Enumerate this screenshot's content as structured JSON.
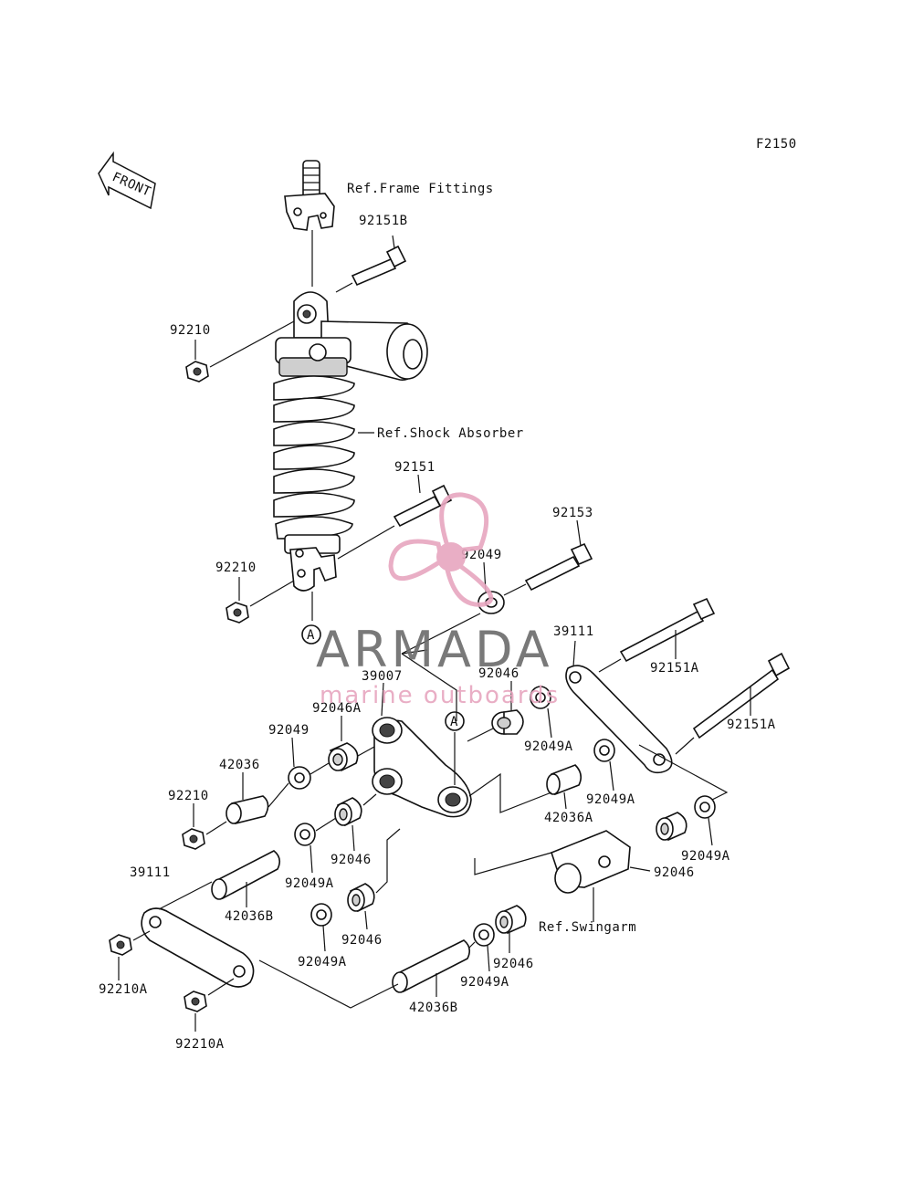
{
  "diagram": {
    "code": "F2150",
    "front_label": "FRONT",
    "callout_A": "A",
    "refs": {
      "frame_fittings": "Ref.Frame Fittings",
      "shock_absorber": "Ref.Shock Absorber",
      "swingarm": "Ref.Swingarm"
    },
    "labels": {
      "p92151B": "92151B",
      "p92210_top": "92210",
      "p92151": "92151",
      "p92153": "92153",
      "p92049_top": "92049",
      "p92210_mid": "92210",
      "p39111_right": "39111",
      "p92151A_1": "92151A",
      "p92151A_2": "92151A",
      "p39007": "39007",
      "p92046_top": "92046",
      "p92046A": "92046A",
      "p92049A_1": "92049A",
      "p92049_left": "92049",
      "p42036": "42036",
      "p92049A_2": "92049A",
      "p92210_left": "92210",
      "p42036A": "42036A",
      "p92046_mid": "92046",
      "p92049A_3": "92049A",
      "p39111_left": "39111",
      "p92049A_4": "92049A",
      "p92046_right": "92046",
      "p42036B_1": "42036B",
      "p92046_low": "92046",
      "p92049A_5": "92049A",
      "p92046_bot": "92046",
      "p92210A_1": "92210A",
      "p92049A_6": "92049A",
      "p42036B_2": "42036B",
      "p92210A_2": "92210A"
    }
  },
  "watermark": {
    "brand": "ARMADA",
    "tagline": "marine outboards",
    "logo_color": "#e7a6bf",
    "text_color": "#6b6b6b"
  }
}
